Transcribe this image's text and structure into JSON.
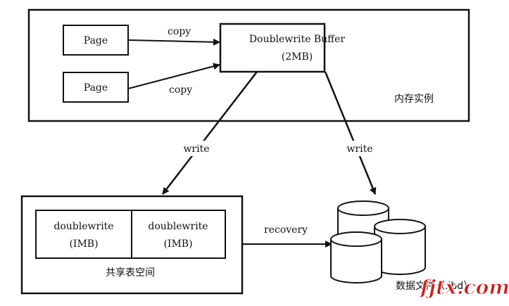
{
  "memory": {
    "label": "内存实例",
    "pages": [
      "Page",
      "Page"
    ],
    "buffer": {
      "title": "Doublewrite Buffer",
      "size": "(2MB)"
    },
    "copy_labels": [
      "copy",
      "copy"
    ]
  },
  "flows": {
    "write_left": "write",
    "write_right": "write",
    "recovery": "recovery"
  },
  "shared_tablespace": {
    "label": "共享表空间",
    "blocks": [
      {
        "name": "doublewrite",
        "size": "(IMB)"
      },
      {
        "name": "doublewrite",
        "size": "(IMB)"
      }
    ]
  },
  "datafiles": {
    "label": "数据文件（.ibd）"
  },
  "watermark": "fjtx.com",
  "colors": {
    "ink": "#111111",
    "watermark": "#cc2020"
  }
}
